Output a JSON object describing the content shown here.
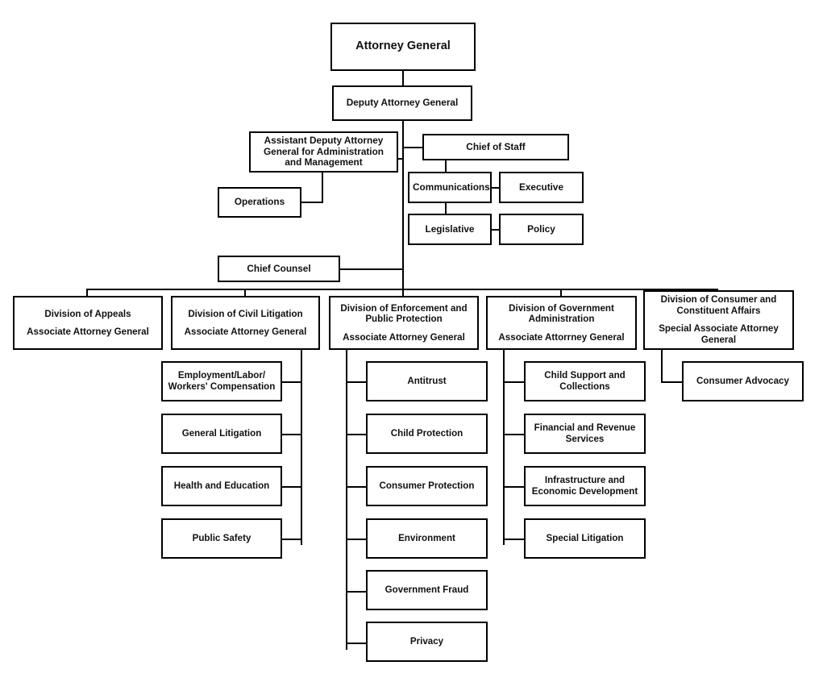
{
  "chart": {
    "title": "Attorney General Organizational Chart",
    "type": "org-chart",
    "line_color": "#000000",
    "box_border_color": "#000000",
    "background": "#ffffff"
  },
  "top": {
    "attorney_general": "Attorney General",
    "deputy_attorney_general": "Deputy Attorney General"
  },
  "admin": {
    "assistant_deputy": "Assistant Deputy Attorney General for Administration and Management",
    "operations": "Operations"
  },
  "chief_of_staff": {
    "title": "Chief of Staff",
    "units": [
      {
        "label": "Communications"
      },
      {
        "label": "Executive"
      },
      {
        "label": "Legislative"
      },
      {
        "label": "Policy"
      }
    ]
  },
  "chief_counsel": {
    "title": "Chief Counsel"
  },
  "divisions": [
    {
      "name": "Division of Appeals",
      "role": "Associate Attorney General",
      "units": []
    },
    {
      "name": "Division of Civil Litigation",
      "role": "Associate Attorney General",
      "units": [
        {
          "label": "Employment/Labor/ Workers' Compensation"
        },
        {
          "label": "General Litigation"
        },
        {
          "label": "Health and Education"
        },
        {
          "label": "Public Safety"
        }
      ]
    },
    {
      "name": "Division of Enforcement and Public Protection",
      "role": "Associate Attorney General",
      "units": [
        {
          "label": "Antitrust"
        },
        {
          "label": "Child Protection"
        },
        {
          "label": "Consumer Protection"
        },
        {
          "label": "Environment"
        },
        {
          "label": "Government Fraud"
        },
        {
          "label": "Privacy"
        }
      ]
    },
    {
      "name": "Division of Government Administration",
      "role": "Associate Attorrney General",
      "units": [
        {
          "label": "Child Support and Collections"
        },
        {
          "label": "Financial and Revenue Services"
        },
        {
          "label": "Infrastructure and Economic Development"
        },
        {
          "label": "Special Litigation"
        }
      ]
    },
    {
      "name": "Division of Consumer and Constituent Affairs",
      "role": "Special Associate Attorney General",
      "units": [
        {
          "label": "Consumer Advocacy"
        }
      ]
    }
  ]
}
